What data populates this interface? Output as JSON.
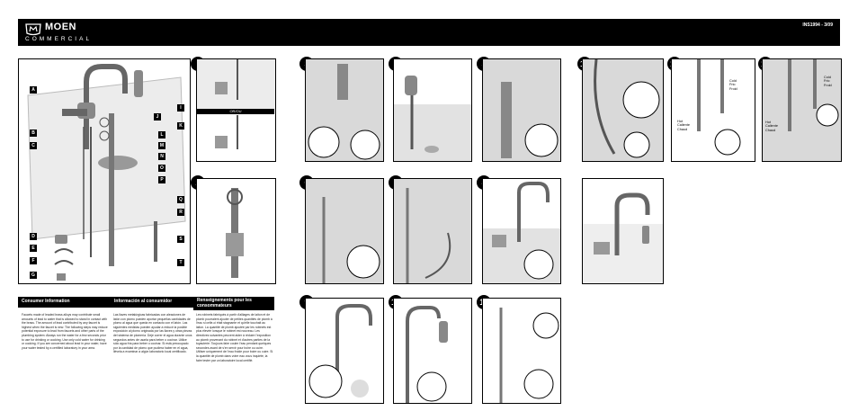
{
  "header": {
    "brand": "MOEN",
    "sub": "COMMERCIAL",
    "doc_number": "INS1994 - 3/09"
  },
  "steps": [
    "1",
    "2",
    "3",
    "4",
    "5",
    "6",
    "7",
    "8",
    "9",
    "10",
    "11",
    "12",
    "13",
    "14"
  ],
  "part_labels_left": [
    "A",
    "B",
    "C",
    "D",
    "E",
    "F",
    "G"
  ],
  "part_labels_right": [
    "I",
    "J",
    "K",
    "L",
    "M",
    "N",
    "O",
    "P",
    "Q",
    "R",
    "S",
    "T"
  ],
  "step1_strip": "OR/OU",
  "step13_labels": {
    "cold": "Cold\nFrio\nFroid",
    "hot": "Hot\nCaliente\nChaud"
  },
  "step14_labels": {
    "cold": "Cold\nFrio\nFroid",
    "hot": "Hot\nCaliente\nChaud"
  },
  "consumer": {
    "en_title": "Consumer Information",
    "es_title": "Información al consumidor",
    "fr_title": "Renseignements pour les consommateurs",
    "en_text": "Faucets made of leaded brass alloys may contribute small amounts of lead to water that is allowed to stand in contact with the brass. The amount of lead contributed by any faucet is highest when the faucet is new. The following steps may reduce potential exposure to lead from faucets and other parts of the plumbing system: Always run the water for a few seconds prior to use for drinking or cooking. Use only cold water for drinking or cooking. If you are concerned about lead in your water, have your water tested by a certified laboratory in your area.",
    "es_text": "Las llaves metalúrgicas fabricadas con aleaciones de latón con plomo pueden aportar pequeñas cantidades de plomo al agua que queda en contacto con el latón. Las siguientes medidas pueden ayudar a reducir la posible exposición al plomo originada por las llaves y otras piezas del sistema de plomería. Deje correr el agua durante unos segundos antes de usarla para beber o cocinar. Utilice sólo agua fría para beber o cocinar. Si está preocupado por la cantidad de plomo que pudiera haber en el agua, llévela a examinar a algún laboratorio local certificado.",
    "fr_text": "Les robinets fabriqués à partir d'alliages de laiton et de plomb pourraient ajouter de petites quantités de plomb à l'eau si celle-ci était stagnante et qu'elle touchait au laiton. La quantité de plomb ajoutée par les robinets est plus élevée lorsque le robinet est nouveau. Les directives suivantes peuvent aider à réduire l'exposition au plomb provenant du robinet et d'autres parties de la tuyauterie: Toujours faire couler l'eau pendant quelques secondes avant de s'en servir pour boire ou cuire. Utiliser uniquement de l'eau froide pour boire ou cuire. Si la quantité de plomb dans votre eau vous inquiète, la faire tester par un laboratoire local certifié."
  }
}
